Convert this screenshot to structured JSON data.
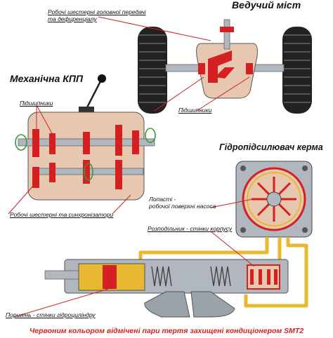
{
  "headings": {
    "drive_axle": "Ведучий міст",
    "manual_gearbox": "Механічна КПП",
    "power_steering": "Гідропідсилювач керма"
  },
  "labels": {
    "axle_gears": "Робочі шестерні головної передачі\nта дефиренціалу",
    "axle_bearings": "Підшипники",
    "gearbox_bearings": "Підшипники",
    "gearbox_gears": "Робочі шестерні та синхронізатори",
    "pump_blades": "Лопасті -\nробочої поверхні насоса",
    "distributor": "Розподільник - стінки корпусу",
    "piston": "Поршень - стінки гідроциліндру"
  },
  "caption": "Червоним кольором відмічені пари тертя захищені кондиціонером SMT2",
  "colors": {
    "friction": "#d42020",
    "housing": "#e8c7b0",
    "oil": "#e8b830",
    "steel": "#b0b7bf",
    "tire": "#222222",
    "green_arrow": "#2e9e3a"
  }
}
